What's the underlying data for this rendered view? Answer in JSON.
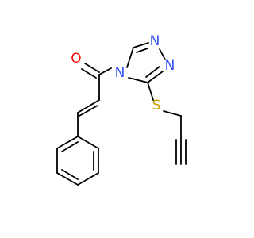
{
  "molecule": {
    "atoms": {
      "o1": "O",
      "n1": "N",
      "n2": "N",
      "n3": "N",
      "s1": "S"
    },
    "colors": {
      "bond": "#000000",
      "oxygen": "#ff0d0d",
      "nitrogen": "#3050f8",
      "sulfur": "#c8a000"
    }
  }
}
